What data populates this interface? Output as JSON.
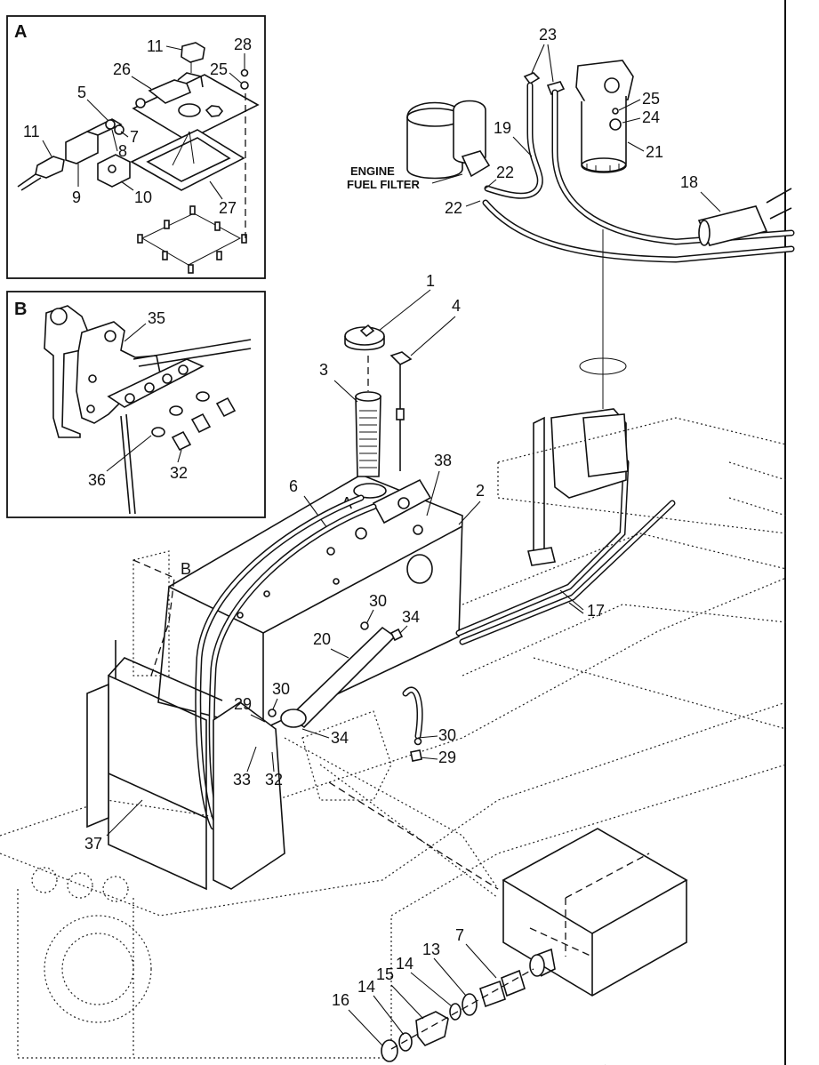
{
  "insets": {
    "a_label": "A",
    "b_label": "B"
  },
  "captions": {
    "engine_fuel_filter_line1": "ENGINE",
    "engine_fuel_filter_line2": "FUEL FILTER"
  },
  "callouts": {
    "main_a_marker": "A",
    "main_b_marker": "B",
    "inset_a": [
      "11",
      "28",
      "26",
      "25",
      "5",
      "11",
      "7",
      "8",
      "9",
      "10",
      "27"
    ],
    "inset_b": [
      "35",
      "36",
      "32"
    ],
    "filter": [
      "23",
      "25",
      "24",
      "19",
      "21",
      "22",
      "22",
      "18"
    ],
    "tank": [
      "1",
      "4",
      "3",
      "38",
      "2",
      "6"
    ],
    "frame": [
      "30",
      "34",
      "20",
      "30",
      "29",
      "34",
      "30",
      "29",
      "33",
      "32",
      "37",
      "17"
    ],
    "drain": [
      "7",
      "13",
      "14",
      "15",
      "14",
      "16"
    ]
  }
}
